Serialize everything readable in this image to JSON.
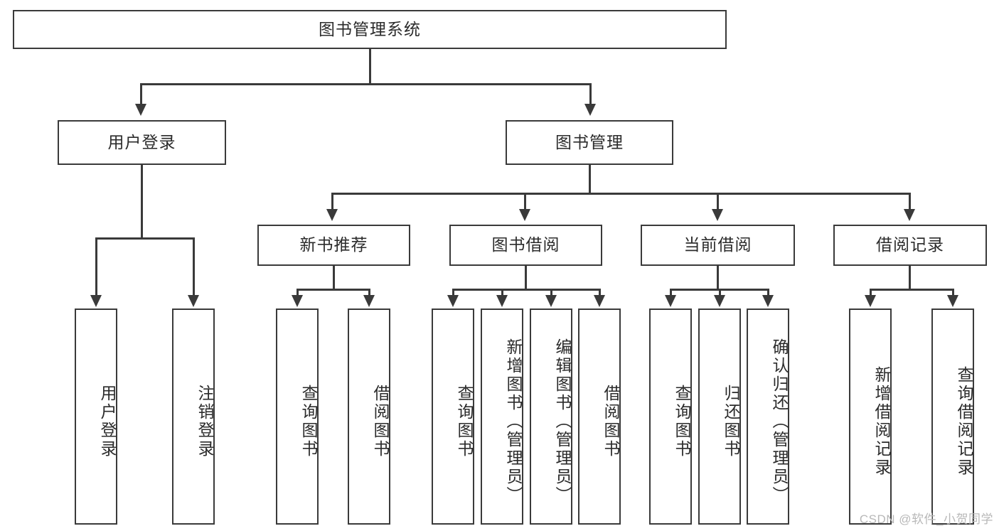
{
  "diagram": {
    "type": "tree-hierarchy",
    "title": "图书管理系统",
    "root": {
      "label": "图书管理系统"
    },
    "level2": [
      {
        "id": "user-login",
        "label": "用户登录"
      },
      {
        "id": "book-management",
        "label": "图书管理"
      }
    ],
    "level3": [
      {
        "id": "new-book-recommend",
        "label": "新书推荐",
        "parent": "book-management"
      },
      {
        "id": "book-borrow",
        "label": "图书借阅",
        "parent": "book-management"
      },
      {
        "id": "current-borrow",
        "label": "当前借阅",
        "parent": "book-management"
      },
      {
        "id": "borrow-record",
        "label": "借阅记录",
        "parent": "book-management"
      }
    ],
    "leaves": [
      {
        "id": "leaf-user-login",
        "label": "用户登录",
        "parent": "user-login"
      },
      {
        "id": "leaf-user-logout",
        "label": "注销登录",
        "parent": "user-login"
      },
      {
        "id": "leaf-query-book-1",
        "label": "查询图书",
        "parent": "new-book-recommend"
      },
      {
        "id": "leaf-borrow-book-1",
        "label": "借阅图书",
        "parent": "new-book-recommend"
      },
      {
        "id": "leaf-query-book-2",
        "label": "查询图书",
        "parent": "book-borrow"
      },
      {
        "id": "leaf-add-book",
        "label": "新增图书（管理员）",
        "parent": "book-borrow"
      },
      {
        "id": "leaf-edit-book",
        "label": "编辑图书（管理员）",
        "parent": "book-borrow"
      },
      {
        "id": "leaf-borrow-book-2",
        "label": "借阅图书",
        "parent": "book-borrow"
      },
      {
        "id": "leaf-query-book-3",
        "label": "查询图书",
        "parent": "current-borrow"
      },
      {
        "id": "leaf-return-book",
        "label": "归还图书",
        "parent": "current-borrow"
      },
      {
        "id": "leaf-confirm-return",
        "label": "确认归还（管理员）",
        "parent": "current-borrow"
      },
      {
        "id": "leaf-add-record",
        "label": "新增借阅记录",
        "parent": "borrow-record"
      },
      {
        "id": "leaf-query-record",
        "label": "查询借阅记录",
        "parent": "borrow-record"
      }
    ],
    "watermark": "CSDN @软件_小贺同学",
    "colors": {
      "stroke": "#3a3a3a",
      "fill": "#ffffff",
      "text": "#2b2b2b",
      "watermark": "#b8b8b8"
    }
  }
}
